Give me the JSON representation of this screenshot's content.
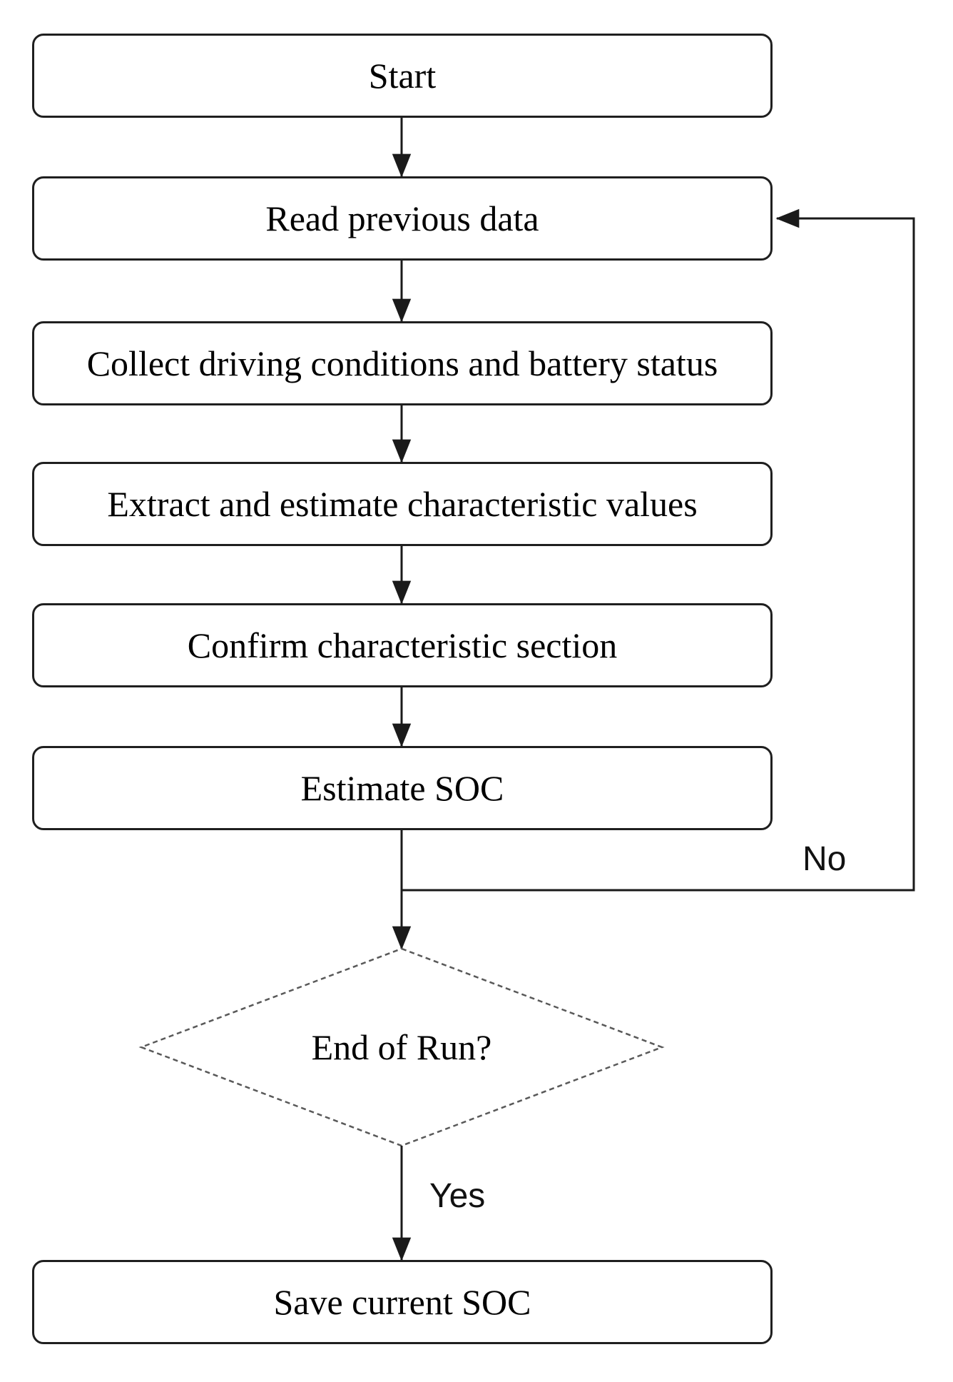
{
  "flowchart": {
    "process_nodes": [
      {
        "label": "Start"
      },
      {
        "label": "Read previous data"
      },
      {
        "label": "Collect driving conditions and battery status"
      },
      {
        "label": "Extract and estimate characteristic values"
      },
      {
        "label": "Confirm characteristic section"
      },
      {
        "label": "Estimate SOC"
      },
      {
        "label": "Save current SOC"
      }
    ],
    "decision_node": {
      "label": "End of Run?"
    },
    "branch_labels": {
      "yes": "Yes",
      "no": "No"
    },
    "colors": {
      "background": "#ffffff",
      "box_border": "#1f1f1f",
      "text": "#000000",
      "line": "#1a1a1a",
      "diamond_border": "#595959"
    }
  }
}
